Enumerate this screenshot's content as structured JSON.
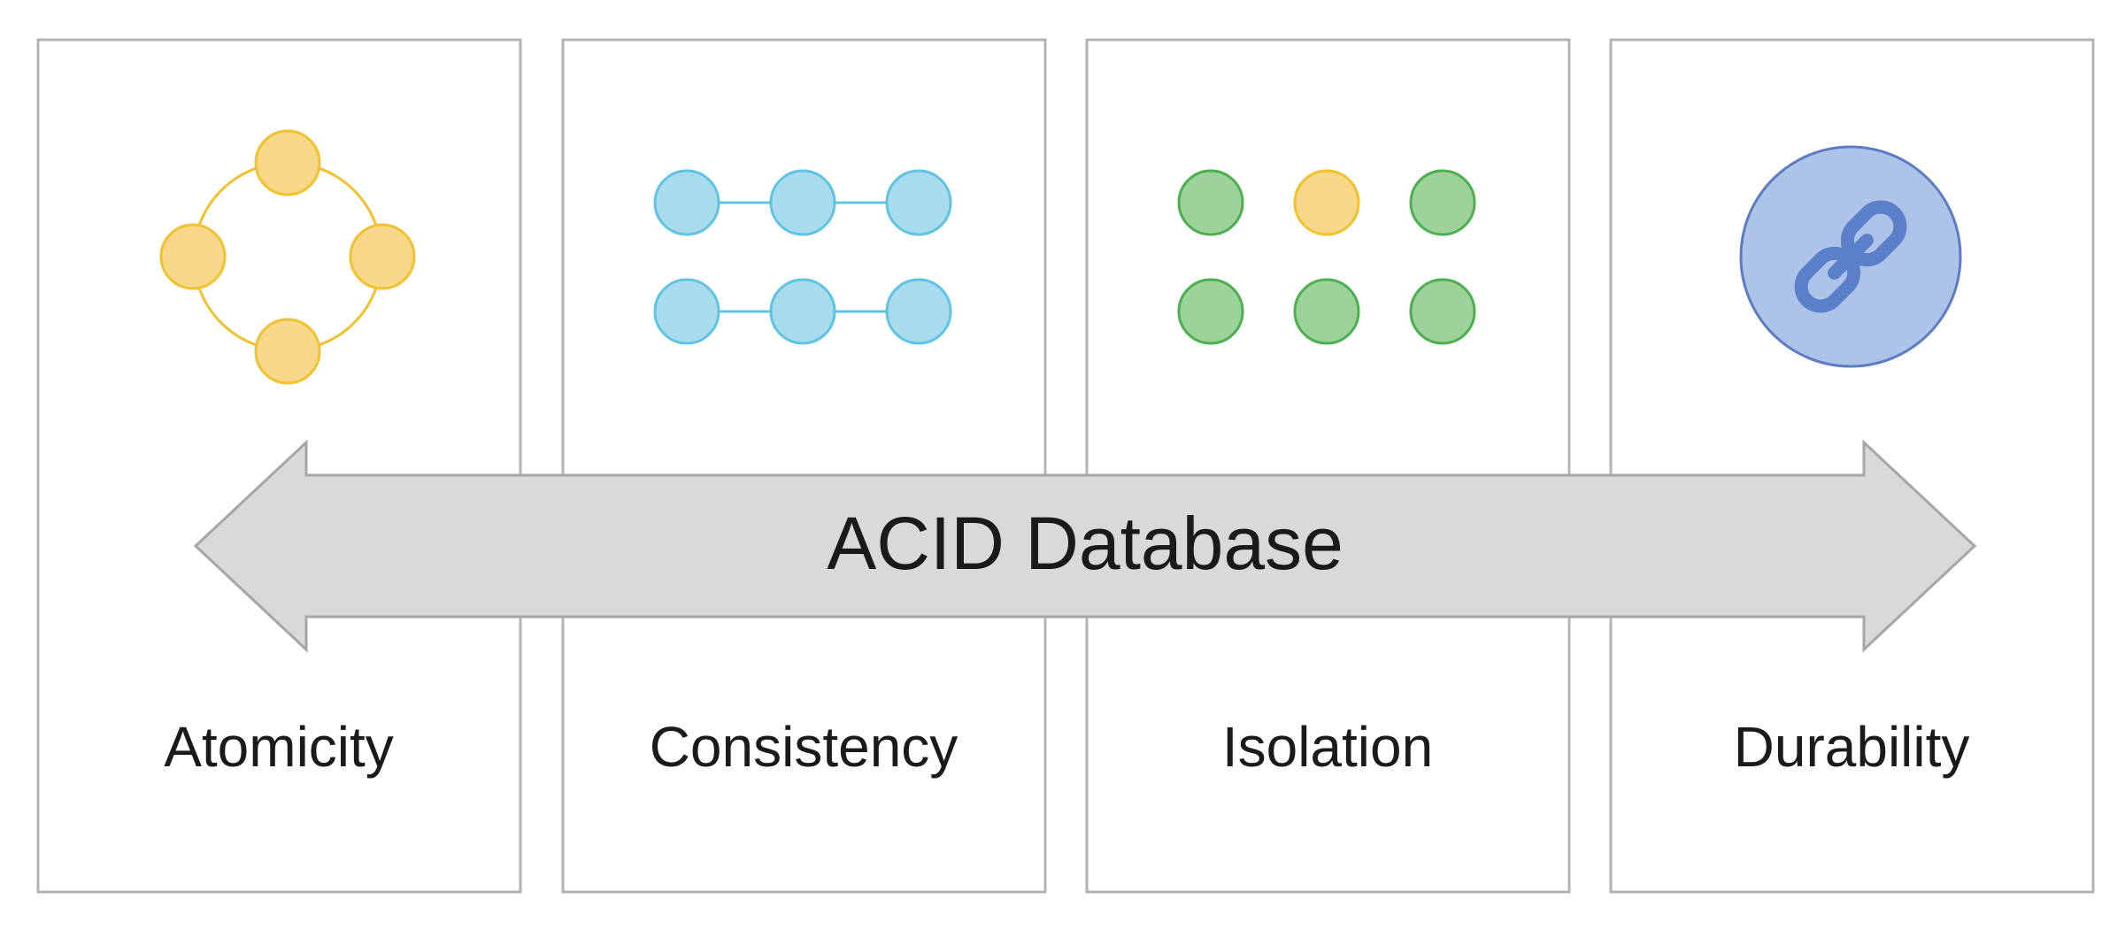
{
  "diagram": {
    "title": "ACID Database",
    "panels": [
      {
        "label": "Atomicity",
        "icon": "ring-of-nodes-icon"
      },
      {
        "label": "Consistency",
        "icon": "linked-rows-icon"
      },
      {
        "label": "Isolation",
        "icon": "node-grid-icon"
      },
      {
        "label": "Durability",
        "icon": "chain-link-icon"
      }
    ]
  },
  "colors": {
    "panel_border": "#b3b3b3",
    "arrow_fill": "#d9d9d9",
    "arrow_stroke": "#a6a6a6",
    "yellow_fill": "#f7d88a",
    "yellow_stroke": "#f2c12e",
    "blue_fill": "#a8dcec",
    "blue_stroke": "#5fc4e3",
    "green_fill": "#9dd39a",
    "green_stroke": "#4caf50",
    "durability_fill": "#adc4e8",
    "durability_stroke": "#5d7cc4",
    "link_stroke": "#5b7fc9"
  }
}
